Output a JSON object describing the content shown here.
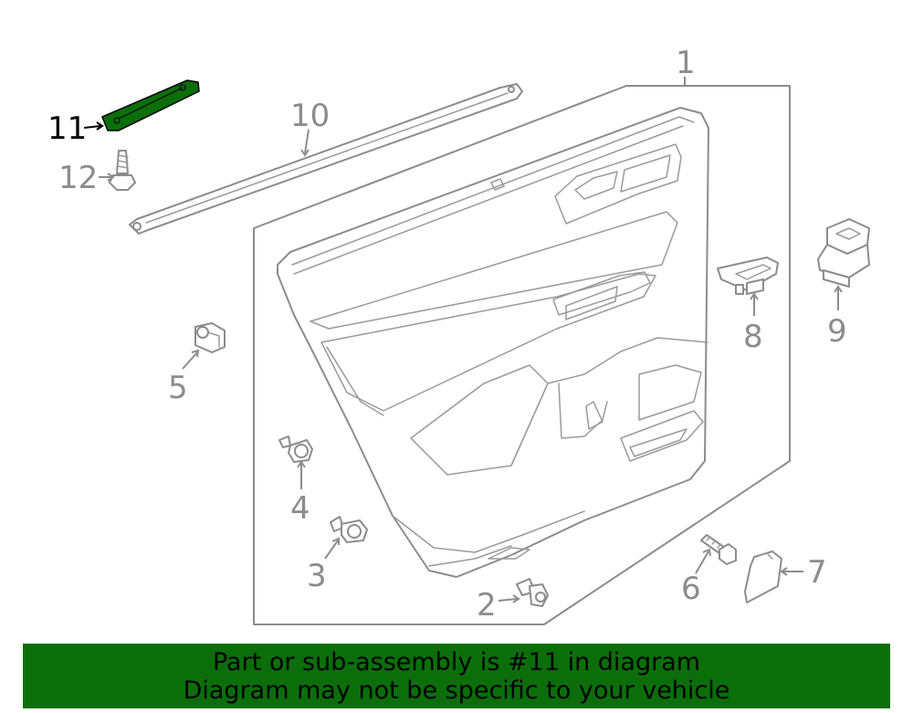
{
  "callouts": {
    "c1": "1",
    "c2": "2",
    "c3": "3",
    "c4": "4",
    "c5": "5",
    "c6": "6",
    "c7": "7",
    "c8": "8",
    "c9": "9",
    "c10": "10",
    "c11": "11",
    "c12": "12"
  },
  "highlight": {
    "part": "11",
    "color": "#0b6e0b"
  },
  "banner": {
    "line1": "Part or sub-assembly is #11 in diagram",
    "line2": "Diagram may not be specific to your vehicle",
    "color": "#0b6e0b"
  }
}
